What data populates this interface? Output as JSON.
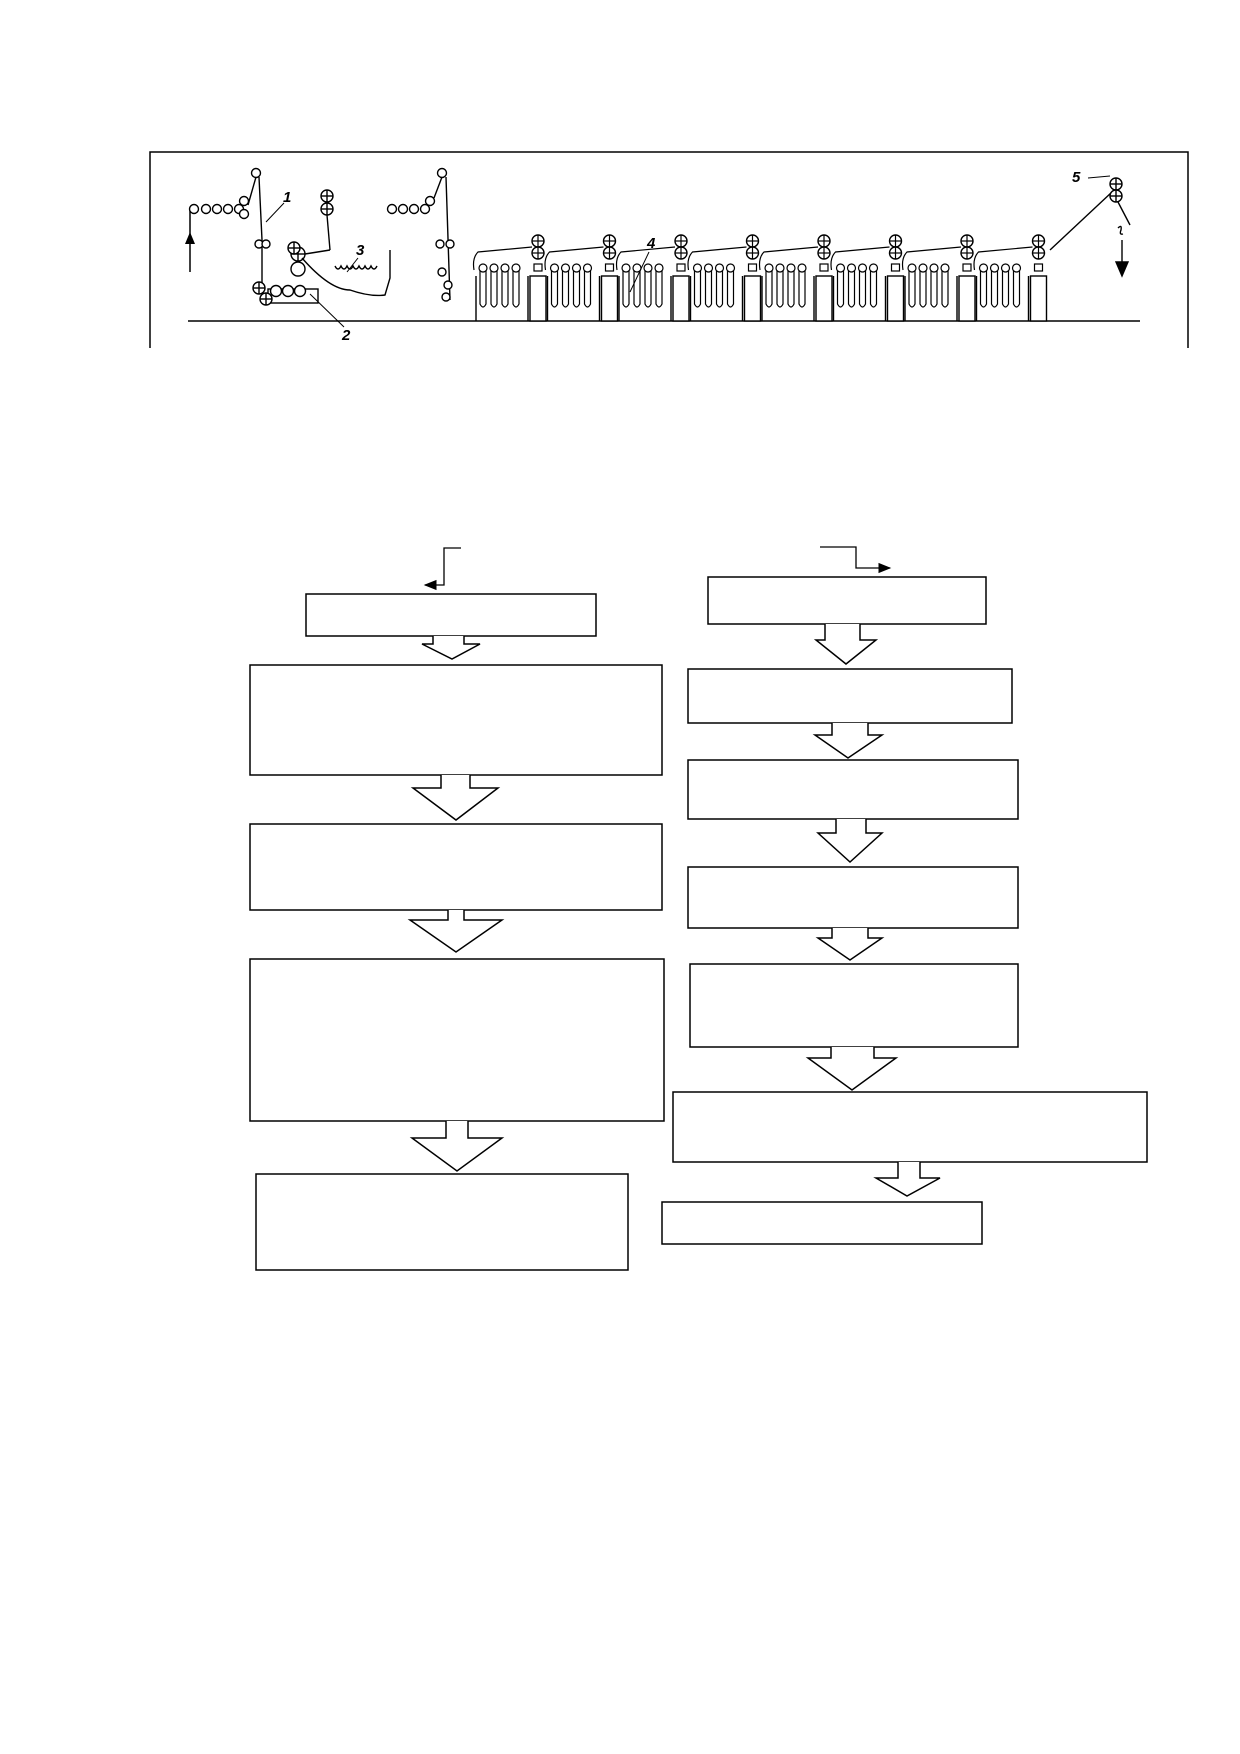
{
  "machine_diagram": {
    "callouts": [
      {
        "id": "1",
        "label": "1"
      },
      {
        "id": "2",
        "label": "2"
      },
      {
        "id": "3",
        "label": "3"
      },
      {
        "id": "4",
        "label": "4"
      },
      {
        "id": "5",
        "label": "5"
      }
    ],
    "wash_box_count": 8
  },
  "flowchart": {
    "left_column": {
      "steps": [
        "",
        "",
        "",
        "",
        ""
      ]
    },
    "right_column": {
      "steps": [
        "",
        "",
        "",
        "",
        "",
        "",
        ""
      ]
    }
  }
}
